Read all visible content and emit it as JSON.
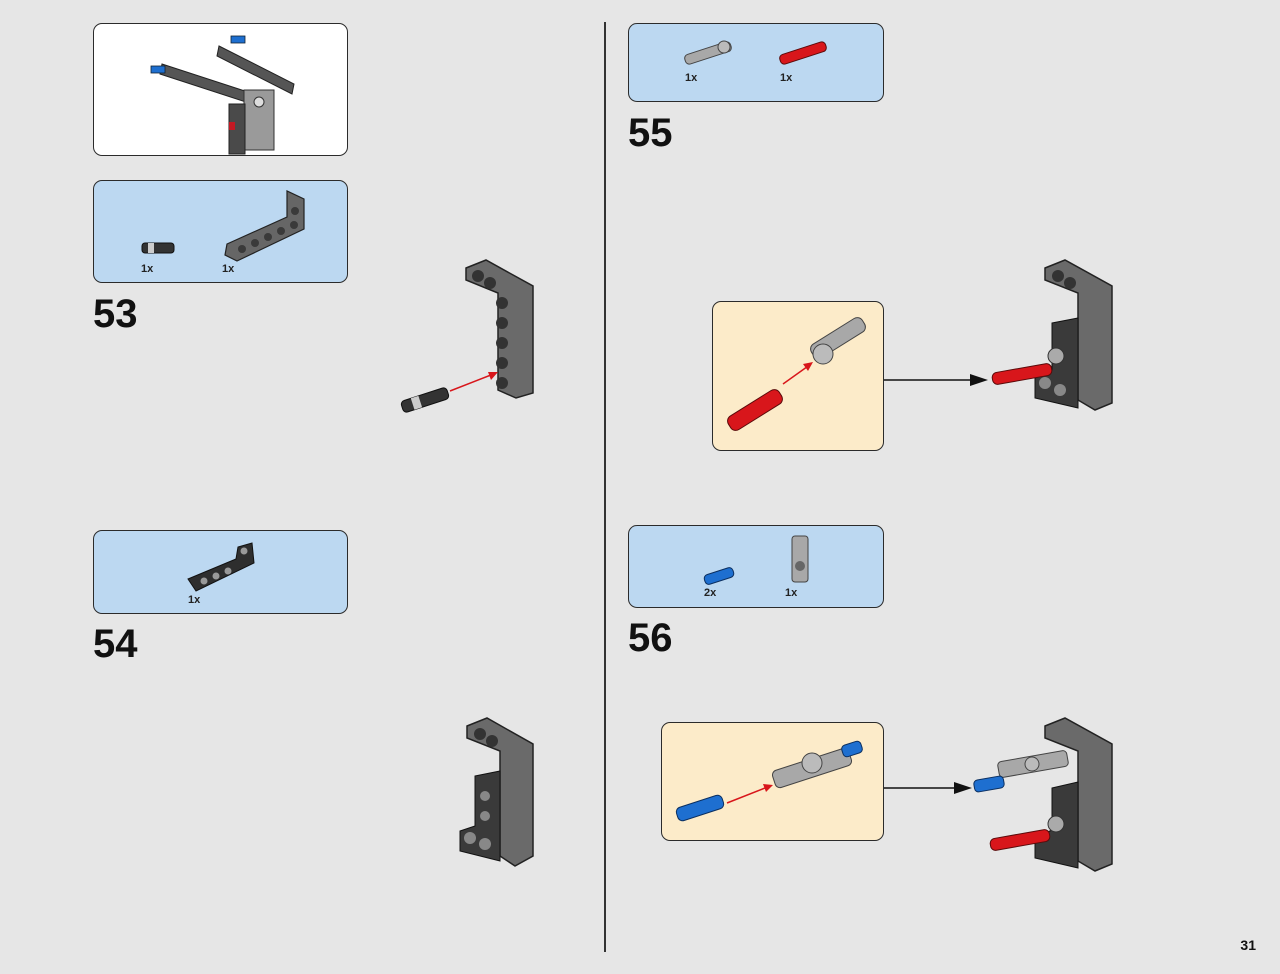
{
  "page_number": "31",
  "steps": {
    "s53": {
      "number": "53",
      "parts": [
        {
          "qty": "1x",
          "name": "friction-pin-connector"
        },
        {
          "qty": "1x",
          "name": "l-beam-3x5"
        }
      ]
    },
    "s54": {
      "number": "54",
      "parts": [
        {
          "qty": "1x",
          "name": "l-beam-2x4"
        }
      ]
    },
    "s55": {
      "number": "55",
      "parts": [
        {
          "qty": "1x",
          "name": "axle-pin-gray"
        },
        {
          "qty": "1x",
          "name": "axle-pin-red"
        }
      ]
    },
    "s56": {
      "number": "56",
      "parts": [
        {
          "qty": "2x",
          "name": "pin-blue"
        },
        {
          "qty": "1x",
          "name": "connector-gray"
        }
      ]
    }
  },
  "colors": {
    "parts_panel": "#bcd8f1",
    "callout_panel": "#fcebc9",
    "beam": "#6b6b6b",
    "red": "#d8161b",
    "blue": "#1e6fd0"
  }
}
